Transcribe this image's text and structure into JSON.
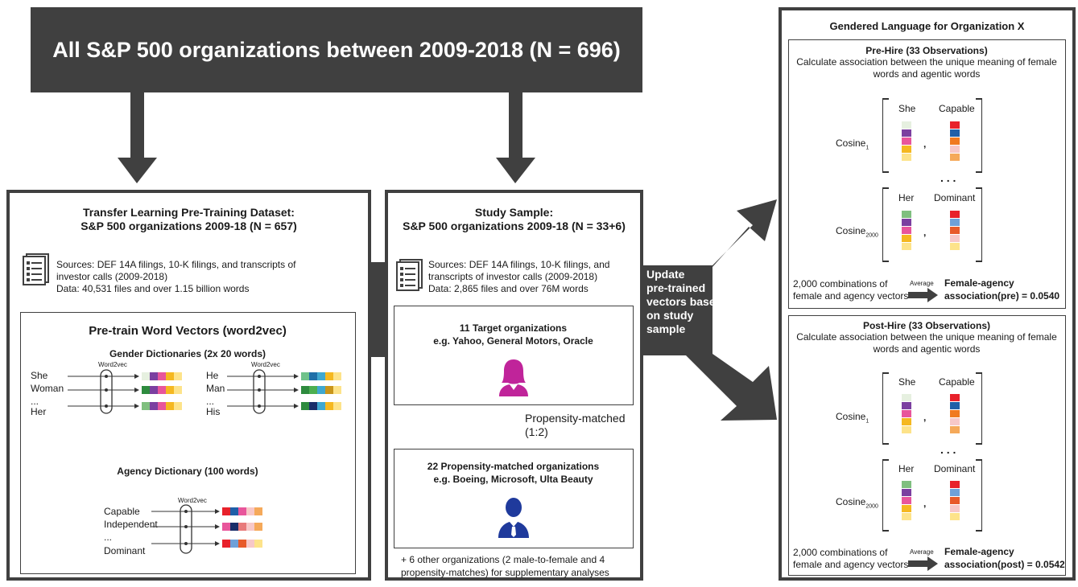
{
  "top_banner": "All S&P 500 organizations between 2009-2018 (N = 696)",
  "transfer": {
    "title1": "Transfer Learning Pre-Training Dataset:",
    "title2": "S&P 500 organizations 2009-18 (N = 657)",
    "sources1": "Sources: DEF 14A filings, 10-K filings, and transcripts of",
    "sources2": "investor calls (2009-2018)",
    "data": "Data: 40,531 files and over 1.15 billion words",
    "pretrain_title": "Pre-train Word Vectors (word2vec)",
    "gender_title": "Gender Dictionaries (2x 20 words)",
    "word2vec": "Word2vec",
    "female_words": [
      "She",
      "Woman",
      "...",
      "Her"
    ],
    "male_words": [
      "He",
      "Man",
      "...",
      "His"
    ],
    "agency_title": "Agency Dictionary (100 words)",
    "agency_words": [
      "Capable",
      "Independent",
      "...",
      "Dominant"
    ]
  },
  "study": {
    "title1": "Study Sample:",
    "title2": "S&P 500 organizations 2009-18 (N = 33+6)",
    "sources1": "Sources: DEF 14A filings, 10-K filings, and",
    "sources2": "transcripts of investor calls (2009-2018)",
    "data": "Data: 2,865 files and over 76M words",
    "target_title": "11 Target organizations",
    "target_eg": "e.g. Yahoo, General Motors, Oracle",
    "propensity_label1": "Propensity-matched",
    "propensity_label2": "(1:2)",
    "matched_title": "22 Propensity-matched organizations",
    "matched_eg": "e.g. Boeing, Microsoft, Ulta Beauty",
    "footnote1": "+ 6 other organizations (2 male-to-female and 4",
    "footnote2": "propensity-matches) for supplementary analyses"
  },
  "update_label": [
    "Update",
    "pre-trained",
    "vectors based",
    "on study",
    "sample"
  ],
  "gendered": {
    "title": "Gendered Language for Organization X",
    "pre": {
      "title": "Pre-Hire (33 Observations)",
      "desc1": "Calculate association between the unique meaning of female",
      "desc2": "words and agentic words",
      "w1": "She",
      "w2": "Capable",
      "w3": "Her",
      "w4": "Dominant",
      "cos1": "Cosine",
      "cos1_sub": "1",
      "cos2": "Cosine",
      "cos2_sub": "2000",
      "comb1": "2,000 combinations of",
      "comb2": "female and agency vectors",
      "avg": "Average",
      "result1": "Female-agency",
      "result2": "association(pre) = 0.0540"
    },
    "post": {
      "title": "Post-Hire (33 Observations)",
      "desc1": "Calculate association between the unique meaning of female",
      "desc2": "words and agentic words",
      "w1": "She",
      "w2": "Capable",
      "w3": "Her",
      "w4": "Dominant",
      "cos1": "Cosine",
      "cos1_sub": "1",
      "cos2": "Cosine",
      "cos2_sub": "2000",
      "comb1": "2,000 combinations of",
      "comb2": "female and agency vectors",
      "avg": "Average",
      "result1": "Female-agency",
      "result2": "association(post) = 0.0542"
    }
  },
  "colors": {
    "dark": "#404040",
    "female_icon": "#c0249a",
    "male_icon": "#1f3a9c"
  }
}
